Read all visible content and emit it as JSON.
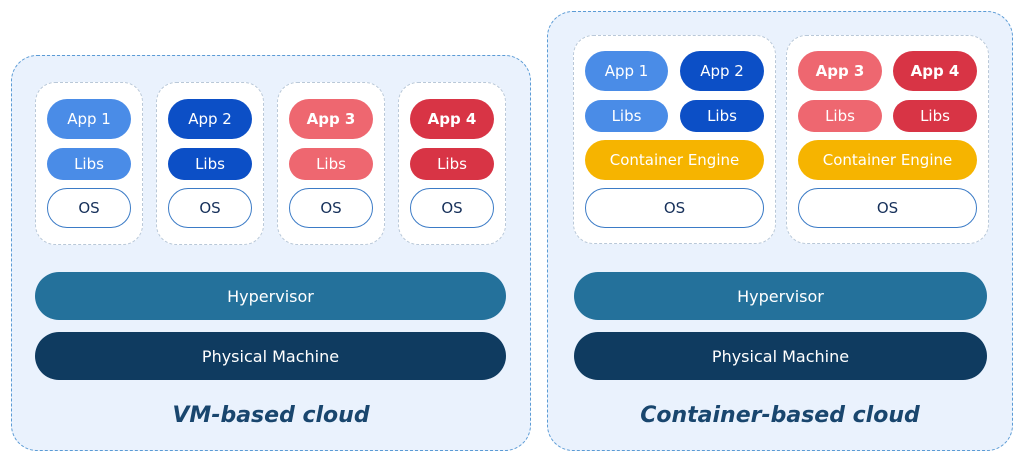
{
  "vm": {
    "caption": "VM-based cloud",
    "hypervisor": "Hypervisor",
    "physical": "Physical Machine",
    "stacks": [
      {
        "app": "App 1",
        "libs": "Libs",
        "os": "OS"
      },
      {
        "app": "App 2",
        "libs": "Libs",
        "os": "OS"
      },
      {
        "app": "App 3",
        "libs": "Libs",
        "os": "OS"
      },
      {
        "app": "App 4",
        "libs": "Libs",
        "os": "OS"
      }
    ]
  },
  "container": {
    "caption": "Container-based cloud",
    "hypervisor": "Hypervisor",
    "physical": "Physical Machine",
    "groups": [
      {
        "apps": [
          "App 1",
          "App 2"
        ],
        "libs": [
          "Libs",
          "Libs"
        ],
        "engine": "Container Engine",
        "os": "OS"
      },
      {
        "apps": [
          "App 3",
          "App 4"
        ],
        "libs": [
          "Libs",
          "Libs"
        ],
        "engine": "Container Engine",
        "os": "OS"
      }
    ]
  },
  "colors": {
    "app1": "#4a8ce7",
    "app2": "#0c4fc6",
    "app3": "#ee6770",
    "app4": "#d83445",
    "engine": "#f6b400",
    "hypervisor": "#24719b",
    "physical": "#0f3b60",
    "caption": "#19466e"
  }
}
